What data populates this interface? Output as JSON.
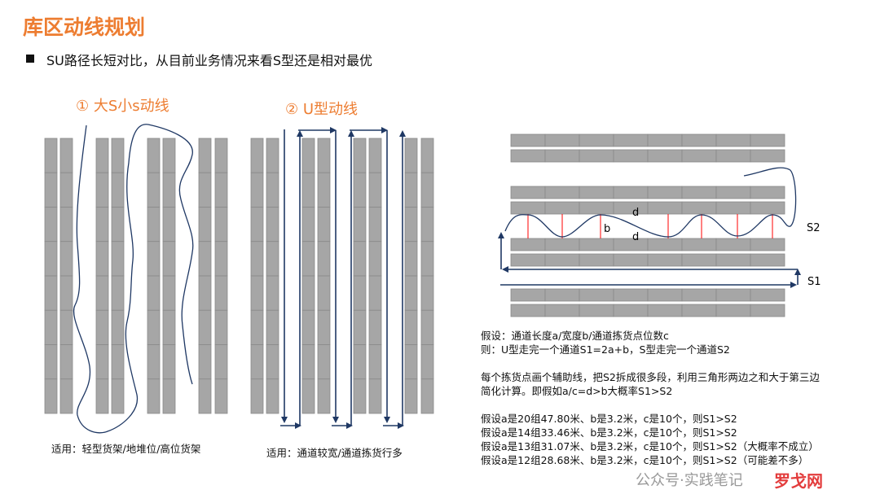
{
  "title": "库区动线规划",
  "bullet": "SU路径长短对比，从目前业务情况来看S型还是相对最优",
  "diagram_s": {
    "label": "① 大S小s动线",
    "caption": "适用：轻型货架/地堆位/高位货架"
  },
  "diagram_u": {
    "label": "② U型动线",
    "caption": "适用：通道较宽/通道拣货行多"
  },
  "diagram_compare": {
    "d_top": "d",
    "b": "b",
    "d_bottom": "d",
    "s2": "S2",
    "s1": "S1"
  },
  "notes": [
    "假设：通道长度a/宽度b/通道拣货点位数c",
    "则：U型走完一个通道S1=2a+b，S型走完一个通道S2",
    "",
    "每个拣货点画个辅助线，把S2拆成很多段，利用三角形两边之和大于第三边",
    "简化计算。即假如a/c=d>b大概率S1>S2",
    "",
    "假设a是20组47.80米、b是3.2米，c是10个，则S1>S2",
    "假设a是14组33.46米、b是3.2米，c是10个，则S1>S2",
    "假设a是13组31.07米、b是3.2米，c是10个，则S1>S2（大概率不成立）",
    "假设a是12组28.68米、b是3.2米，c是10个，则S1>S2（可能差不多）"
  ],
  "watermark": {
    "text": "公众号·实践笔记",
    "brand": "罗戈网"
  },
  "colors": {
    "accent": "#ED7D31",
    "rack": "#A6A6A6",
    "path": "#1F3864",
    "marker": "#FF0000"
  }
}
